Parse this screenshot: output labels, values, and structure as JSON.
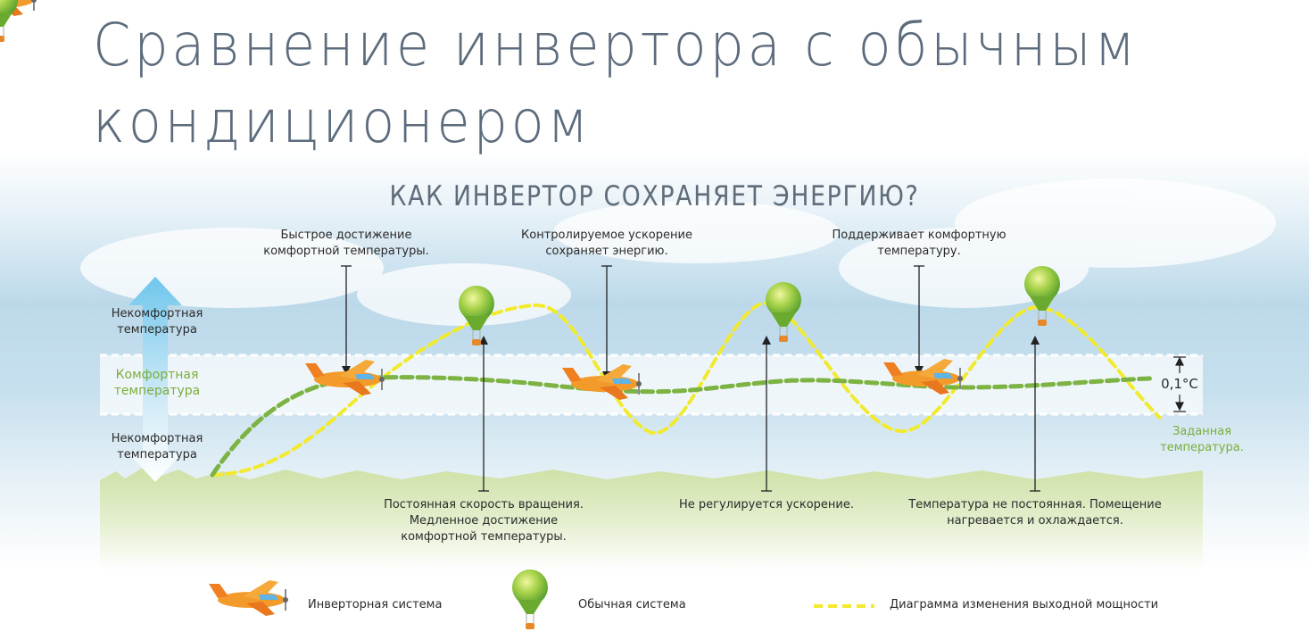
{
  "title": "Сравнение инвертора с обычным кондиционером",
  "subtitle": "КАК ИНВЕРТОР СОХРАНЯЕТ ЭНЕРГИЮ?",
  "zones": {
    "uncomfortable_top": "Некомфортная температура",
    "comfortable": "Комфортная температура",
    "uncomfortable_bottom": "Некомфортная температура"
  },
  "callouts_top": {
    "fast": "Быстрое достижение комфортной температуры.",
    "controlled": "Контролируемое ускорение сохраняет энергию.",
    "maintains": "Поддерживает комфортную температуру."
  },
  "callouts_bottom": {
    "constant_speed": "Постоянная скорость вращения. Медленное достижение комфортной температуры.",
    "no_regulation": "Не регулируется ускорение.",
    "not_constant": "Температура не постоянная. Помещение нагревается и охлаждается."
  },
  "tolerance": "0,1°C",
  "setpoint": "Заданная температура.",
  "legend": {
    "inverter": "Инверторная система",
    "conventional": "Обычная система",
    "power_curve": "Диаграмма изменения выходной мощности"
  },
  "colors": {
    "title": "#5d6c7c",
    "inverter_curve": "#7cb342",
    "power_curve": "#f2ea2e",
    "comfort_label": "#7cad3c",
    "grass": "#d7e6b7"
  }
}
